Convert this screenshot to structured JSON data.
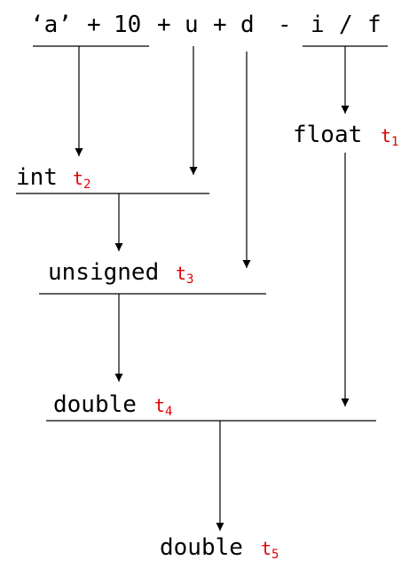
{
  "expression": {
    "tok_a": "‘a’",
    "tok_plus1": "+",
    "tok_10": "10",
    "tok_plus2": "+",
    "tok_u": "u",
    "tok_plus3": "+",
    "tok_d": "d",
    "tok_minus": "-",
    "tok_i": "i",
    "tok_div": "/",
    "tok_f": "f"
  },
  "nodes": {
    "t1": {
      "type": "float",
      "temp": "t",
      "index": "1"
    },
    "t2": {
      "type": "int",
      "temp": "t",
      "index": "2"
    },
    "t3": {
      "type": "unsigned",
      "temp": "t",
      "index": "3"
    },
    "t4": {
      "type": "double",
      "temp": "t",
      "index": "4"
    },
    "t5": {
      "type": "double",
      "temp": "t",
      "index": "5"
    }
  },
  "colors": {
    "text": "#000000",
    "temp_label": "#e00000",
    "lines": "#000000"
  }
}
